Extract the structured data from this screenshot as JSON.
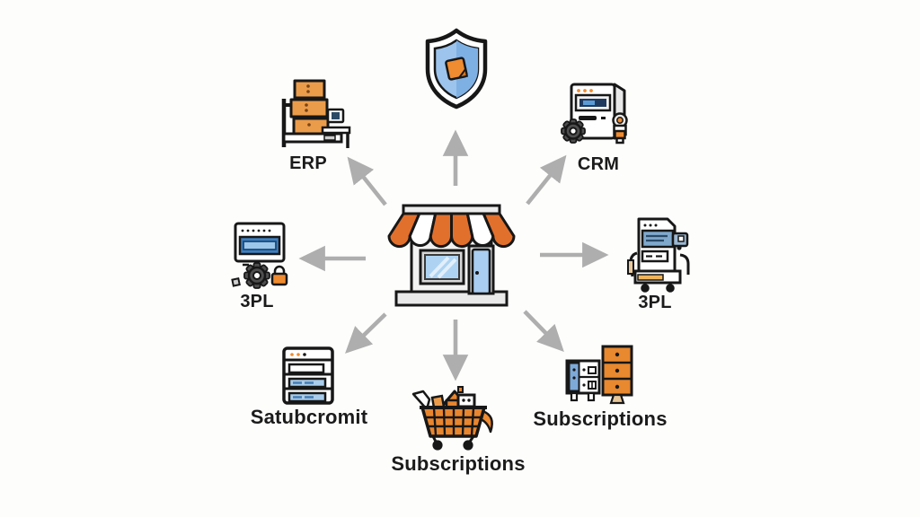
{
  "diagram": {
    "title_hint": "ecommerce-integrations-diagram",
    "center": {
      "name": "online-store"
    },
    "nodes": {
      "erp": {
        "label": "ERP"
      },
      "crm": {
        "label": "CRM"
      },
      "tpl_left": {
        "label": "3PL"
      },
      "tpl_right": {
        "label": "3PL"
      },
      "automation": {
        "label": "Satubcromit"
      },
      "subscriptions_bottom": {
        "label": "Subscriptions"
      },
      "subscriptions_right": {
        "label": "Subscriptions"
      }
    },
    "colors": {
      "orange": "#e2702d",
      "box_orange": "#eb9c4a",
      "light_blue": "#aed3f2",
      "mid_blue": "#5b9bd5",
      "dark_blue": "#1e3a5f",
      "shield_blue": "#8cbae9",
      "arrow_gray": "#aeaeae",
      "outline": "#171717",
      "gear_gray": "#4f4f4f",
      "store_gray": "#e9e9e9",
      "background": "#fdfdfc"
    }
  }
}
